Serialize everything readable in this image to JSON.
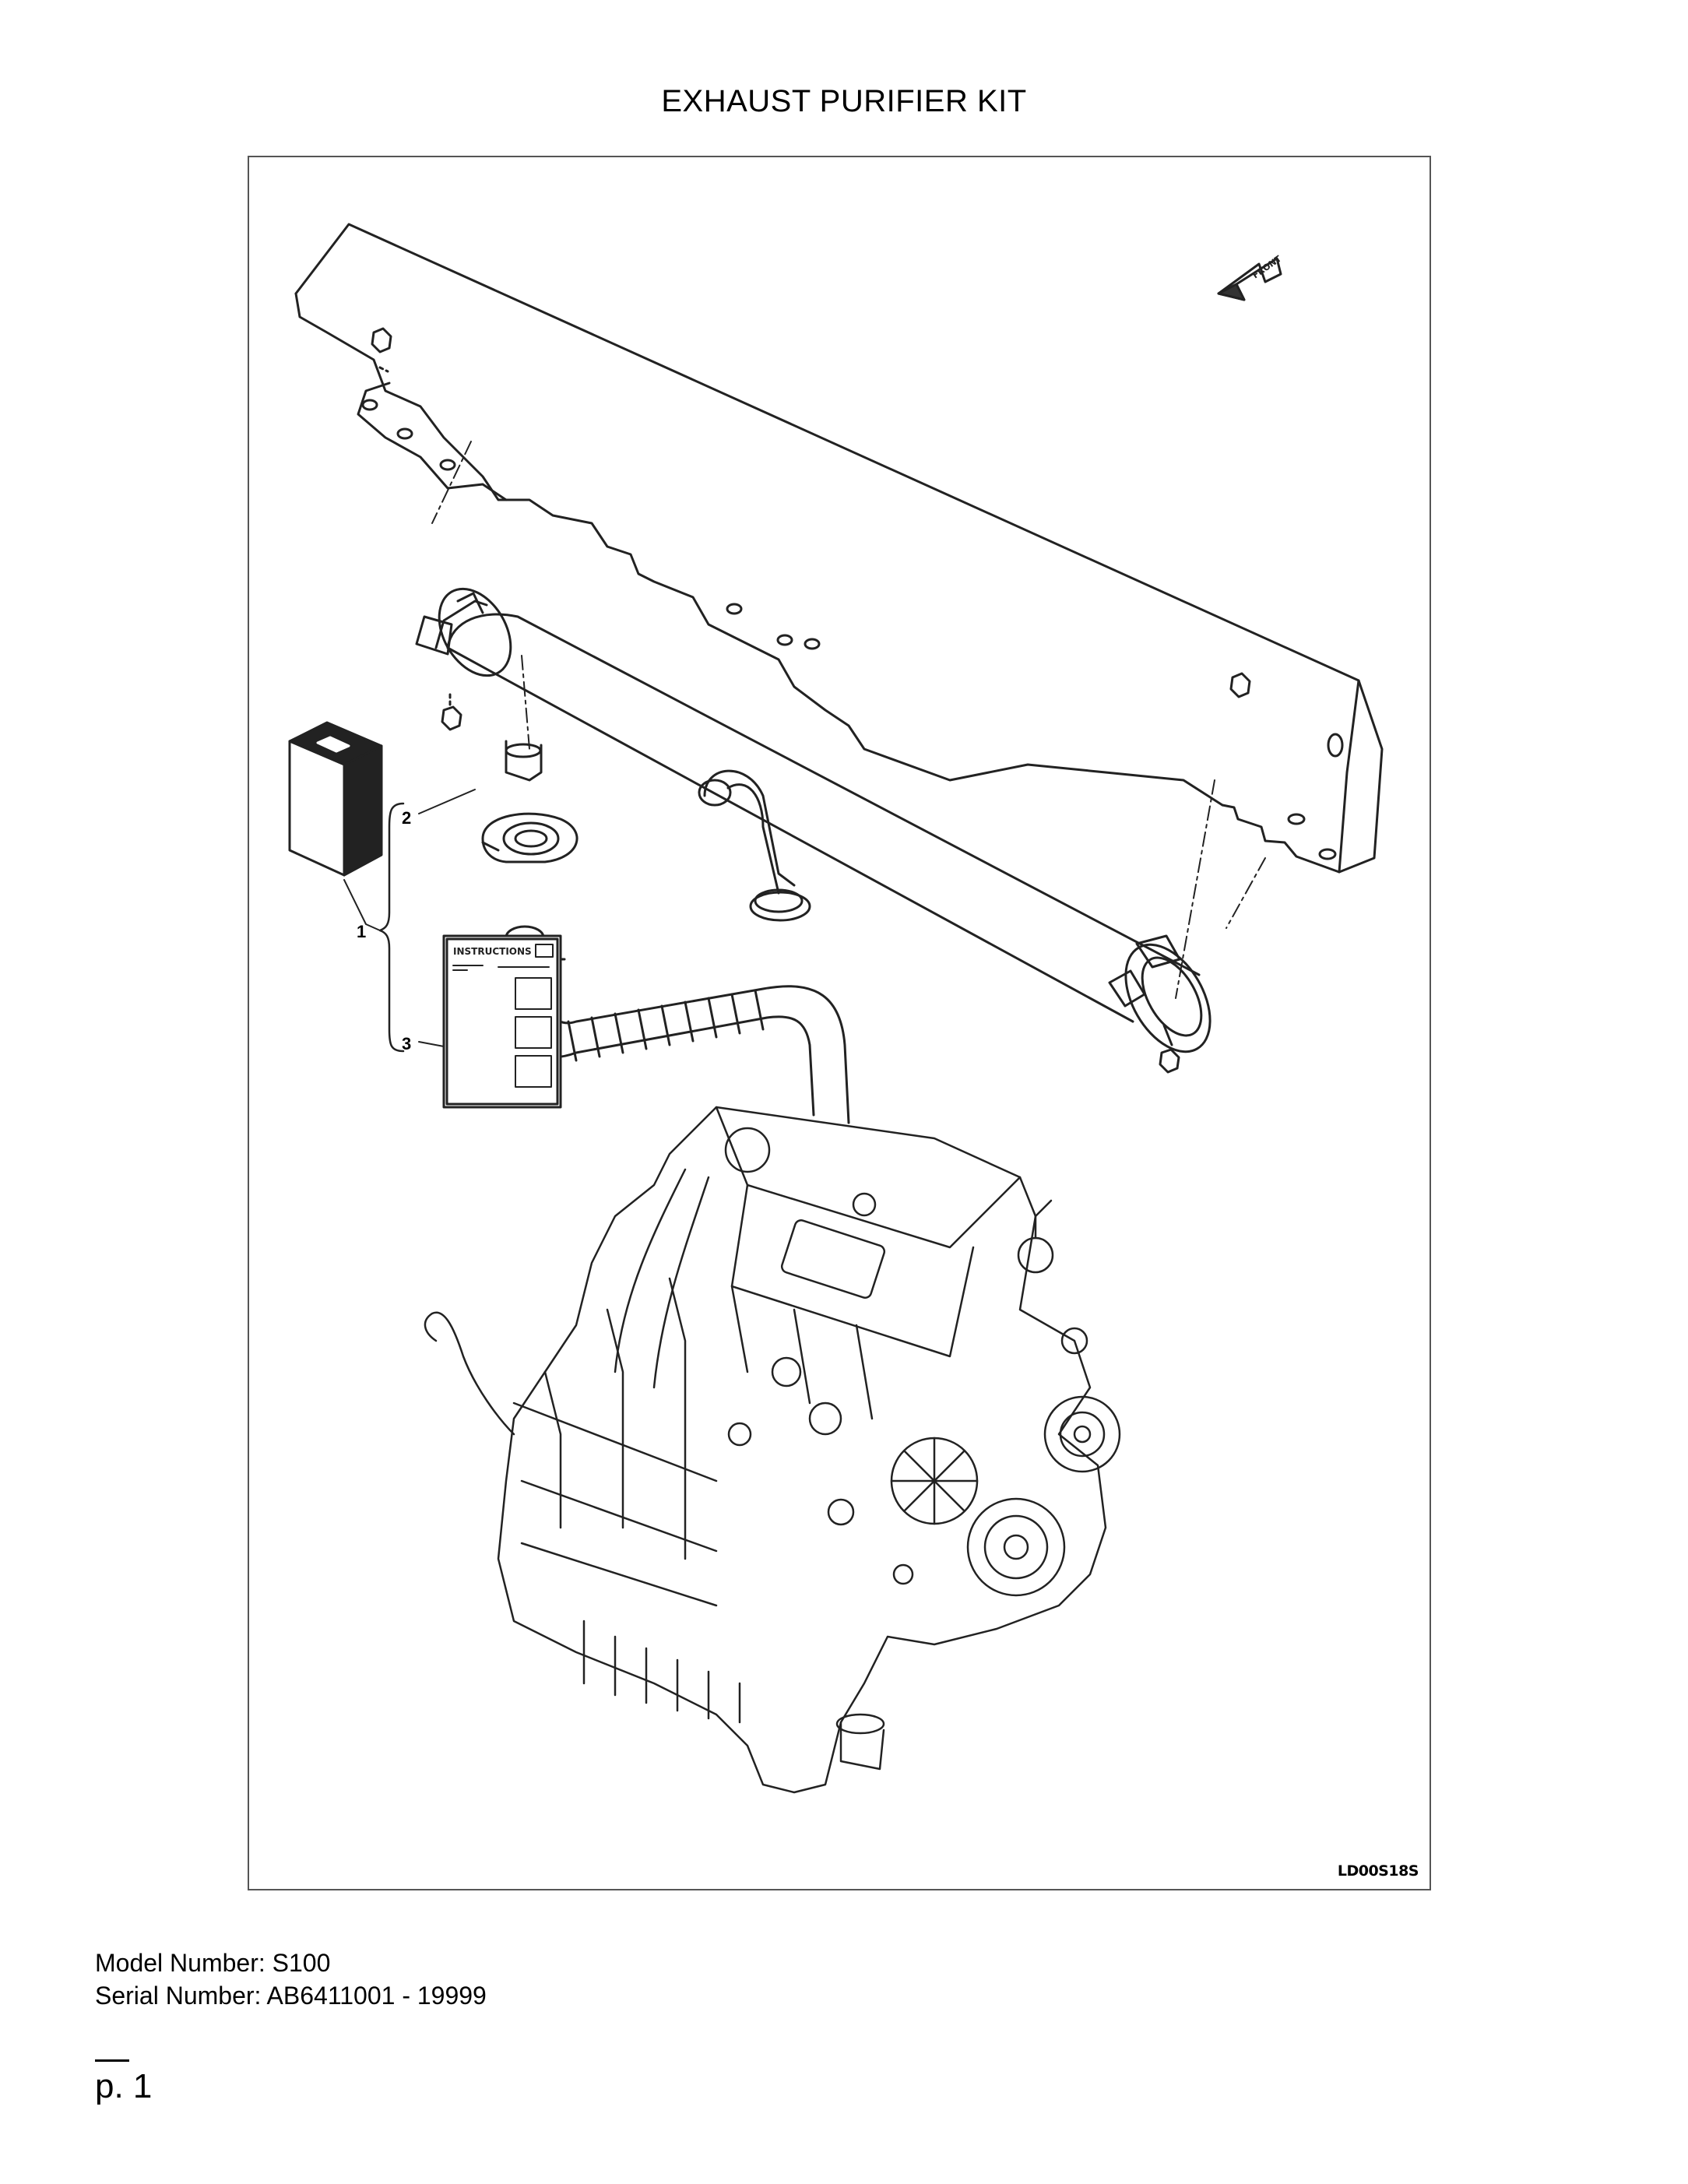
{
  "page": {
    "title": "EXHAUST PURIFIER KIT",
    "drawing_id": "LD00S18S",
    "model_line": "Model Number: S100",
    "serial_line": "Serial Number: AB6411001 - 19999",
    "page_number": "p. 1"
  },
  "callouts": {
    "c1": "1",
    "c2": "2",
    "c3": "3"
  },
  "labels": {
    "front": "FRONT",
    "instructions": "INSTRUCTIONS"
  }
}
